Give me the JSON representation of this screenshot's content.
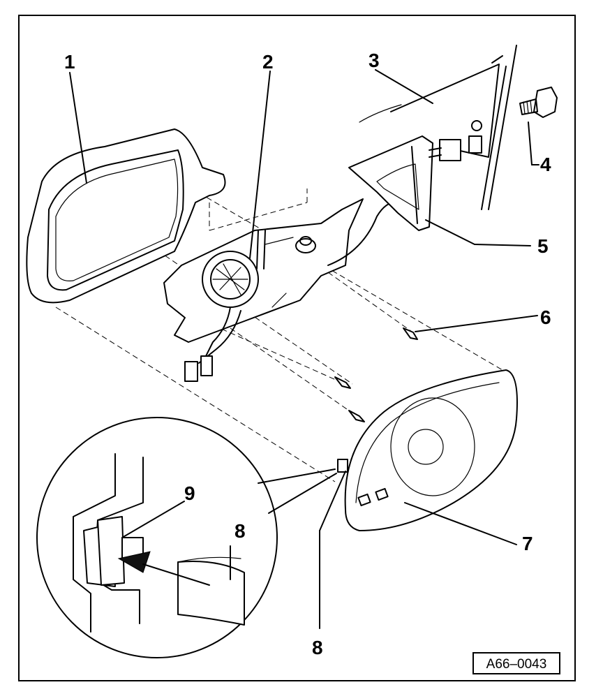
{
  "callouts": [
    {
      "id": "1",
      "label": "1"
    },
    {
      "id": "2",
      "label": "2"
    },
    {
      "id": "3",
      "label": "3"
    },
    {
      "id": "4",
      "label": "4"
    },
    {
      "id": "5",
      "label": "5"
    },
    {
      "id": "6",
      "label": "6"
    },
    {
      "id": "7",
      "label": "7"
    },
    {
      "id": "8",
      "label": "8"
    },
    {
      "id": "9",
      "label": "9"
    },
    {
      "id": "8b",
      "label": "8"
    }
  ],
  "reference_code": "A66–0043",
  "colors": {
    "line": "#000000",
    "background": "#ffffff"
  }
}
